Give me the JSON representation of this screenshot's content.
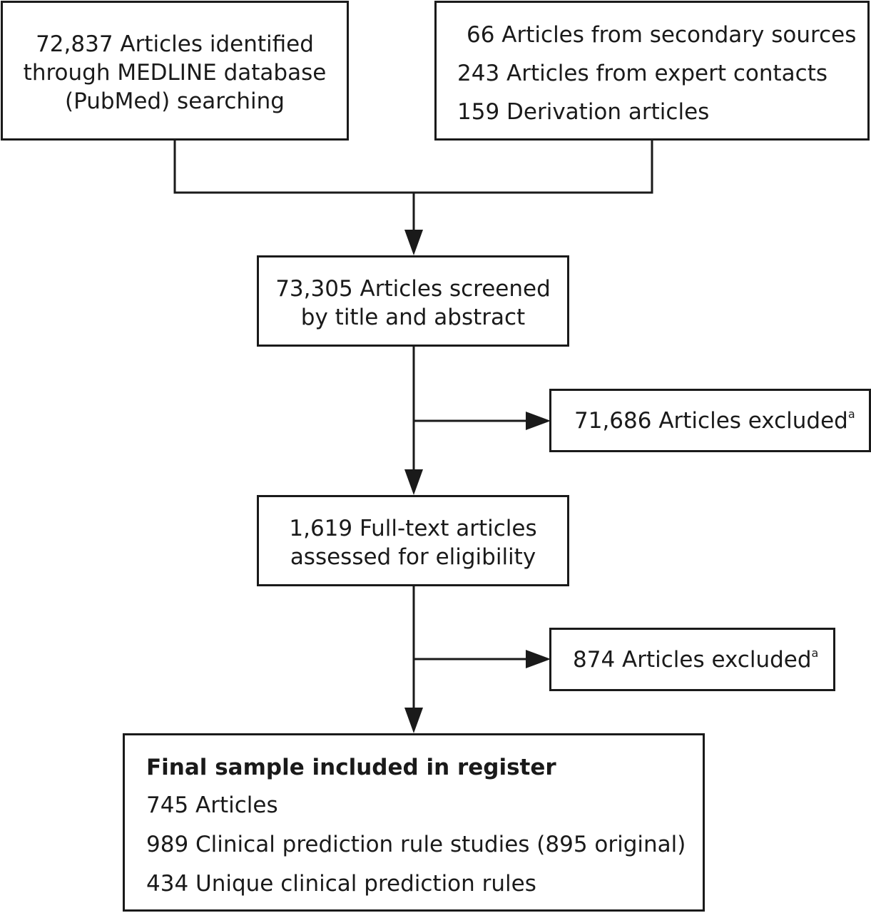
{
  "identification": {
    "medline": {
      "lines": [
        "72,837 Articles identified",
        "through MEDLINE database",
        "(PubMed) searching"
      ]
    },
    "other_sources": {
      "lines": [
        "66 Articles from secondary sources",
        "243 Articles from expert contacts",
        "159 Derivation articles"
      ]
    }
  },
  "screening": {
    "screened": {
      "lines": [
        "73,305 Articles screened",
        "by title and abstract"
      ]
    },
    "excluded_1": {
      "text": "71,686 Articles excluded",
      "footnote_mark": "a"
    }
  },
  "eligibility": {
    "assessed": {
      "lines": [
        "1,619 Full-text articles",
        "assessed for eligibility"
      ]
    },
    "excluded_2": {
      "text": "874 Articles excluded",
      "footnote_mark": "a"
    }
  },
  "included": {
    "title": "Final sample included in register",
    "lines": [
      "745 Articles",
      "989 Clinical prediction rule studies (895 original)",
      "434 Unique clinical prediction rules"
    ]
  },
  "colors": {
    "stroke": "#1a1a1a",
    "background": "#ffffff"
  }
}
